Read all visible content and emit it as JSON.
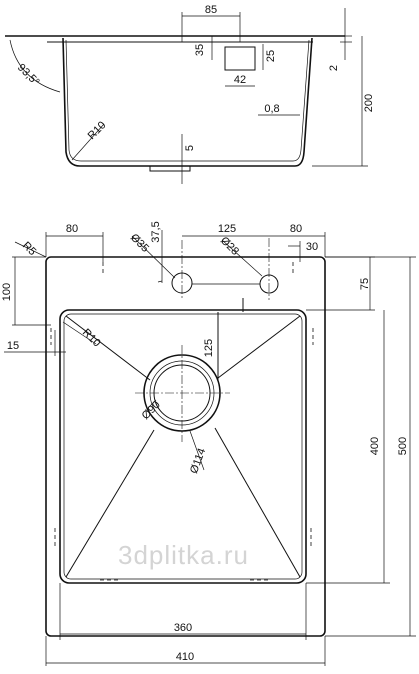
{
  "side_view": {
    "dims": {
      "top_width": "85",
      "cutout_h1": "35",
      "cutout_h2": "25",
      "cutout_w": "42",
      "angle": "93,5°",
      "top_thickness": "2",
      "depth": "200",
      "wall": "0,8",
      "radius": "R10",
      "drain_offset": "5"
    }
  },
  "plan_view": {
    "dims": {
      "corner_radius": "R5",
      "left_offset": "80",
      "hole_y": "37,5",
      "hole_d1": "Ø35",
      "hole_spacing": "125",
      "right_offset": "80",
      "hole_d2": "Ø28",
      "edge_30": "30",
      "side_100": "100",
      "side_75": "75",
      "side_15": "15",
      "inner_radius": "R10",
      "drain_y": "125",
      "drain_d1": "Ø90",
      "drain_d2": "Ø114",
      "inner_height": "400",
      "outer_height": "500",
      "inner_width": "360",
      "outer_width": "410"
    }
  },
  "watermark": "3dplitka.ru"
}
